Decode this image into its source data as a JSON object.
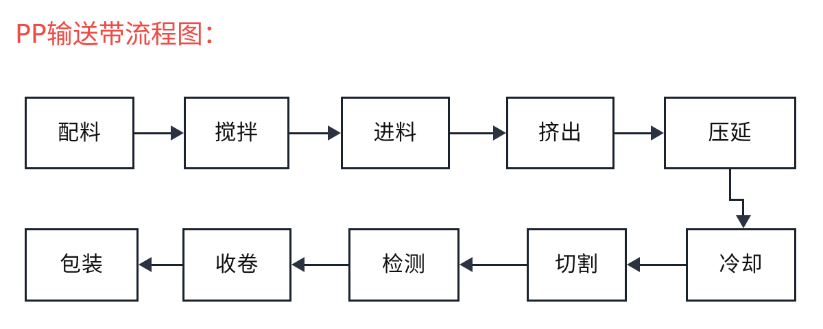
{
  "title": "PP输送带流程图：",
  "theme": {
    "title_color": "#ee4b45",
    "box_border_color": "#1a2230",
    "box_fill_color": "#ffffff",
    "arrow_color": "#2b3340",
    "label_color": "#111111",
    "page_background": "#ffffff"
  },
  "diagram": {
    "type": "flowchart",
    "direction": "serpentine-left-to-right-then-right-to-left",
    "row1": [
      {
        "id": "peiliao",
        "label": "配料"
      },
      {
        "id": "jiaoban",
        "label": "搅拌"
      },
      {
        "id": "jinliao",
        "label": "进料"
      },
      {
        "id": "jichu",
        "label": "挤出"
      },
      {
        "id": "yayan",
        "label": "压延"
      }
    ],
    "row2": [
      {
        "id": "baozhuang",
        "label": "包装"
      },
      {
        "id": "shoujuan",
        "label": "收卷"
      },
      {
        "id": "jiance",
        "label": "检测"
      },
      {
        "id": "qiege",
        "label": "切割"
      },
      {
        "id": "lengque",
        "label": "冷却"
      }
    ],
    "connectors": [
      {
        "id": "c1",
        "from": "peiliao",
        "to": "jiaoban",
        "direction": "right"
      },
      {
        "id": "c2",
        "from": "jiaoban",
        "to": "jinliao",
        "direction": "right"
      },
      {
        "id": "c3",
        "from": "jinliao",
        "to": "jichu",
        "direction": "right"
      },
      {
        "id": "c4",
        "from": "jichu",
        "to": "yayan",
        "direction": "right"
      },
      {
        "id": "c5",
        "from": "yayan",
        "to": "lengque",
        "direction": "down-stepped"
      },
      {
        "id": "c6",
        "from": "lengque",
        "to": "qiege",
        "direction": "left"
      },
      {
        "id": "c7",
        "from": "qiege",
        "to": "jiance",
        "direction": "left"
      },
      {
        "id": "c8",
        "from": "jiance",
        "to": "shoujuan",
        "direction": "left"
      },
      {
        "id": "c9",
        "from": "shoujuan",
        "to": "baozhuang",
        "direction": "left"
      }
    ]
  }
}
